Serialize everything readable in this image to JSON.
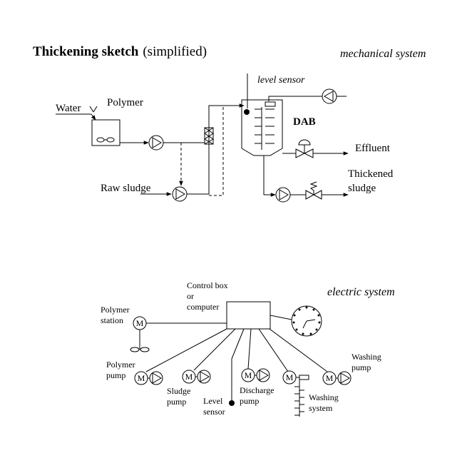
{
  "title": {
    "bold": "Thickening sketch",
    "rest": "(simplified)"
  },
  "mechanical": {
    "heading": "mechanical system",
    "water": "Water",
    "polymer": "Polymer",
    "level_sensor": "level sensor",
    "dab": "DAB",
    "effluent": "Effluent",
    "thickened": [
      "Thickened",
      "sludge"
    ],
    "raw_sludge": "Raw sludge"
  },
  "electric": {
    "heading": "electric system",
    "control_box": [
      "Control box",
      "or",
      "computer"
    ],
    "polymer_station": [
      "Polymer",
      "station"
    ],
    "polymer_pump": [
      "Polymer",
      "pump"
    ],
    "sludge_pump": [
      "Sludge",
      "pump"
    ],
    "level_sensor": [
      "Level",
      "sensor"
    ],
    "discharge_pump": [
      "Discharge",
      "pump"
    ],
    "washing_system": [
      "Washing",
      "system"
    ],
    "washing_pump": [
      "Washing",
      "pump"
    ],
    "motor_symbol": "M"
  }
}
